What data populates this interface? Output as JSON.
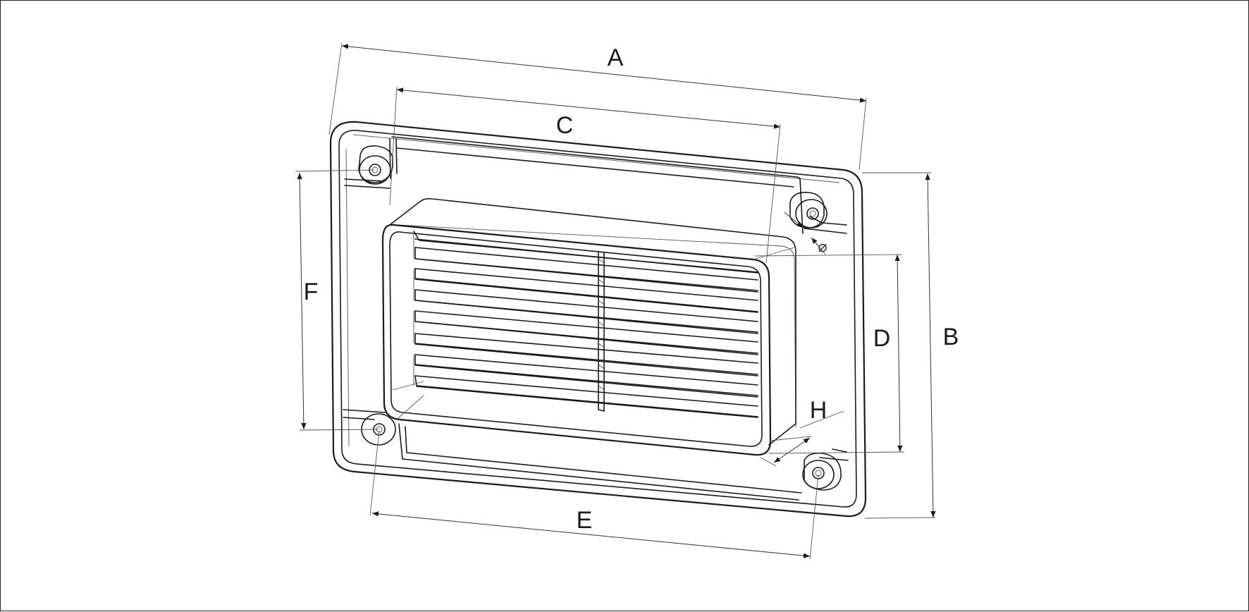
{
  "drawing": {
    "labels": {
      "A": "A",
      "B": "B",
      "C": "C",
      "D": "D",
      "E": "E",
      "F": "F",
      "H": "H",
      "diameter": "⌀"
    }
  }
}
